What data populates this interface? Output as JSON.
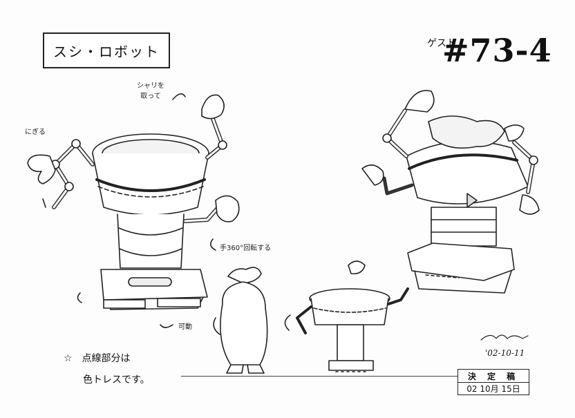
{
  "sheet": {
    "title": "スシ・ロボット",
    "guest_label": "ゲスト",
    "episode_number": "#73-4",
    "annotations": {
      "rice": "シャリを\n取って",
      "grip": "にぎる",
      "rotate": "手360°回転する",
      "movable": "可動"
    },
    "notes": {
      "line1": "☆　点線部分は",
      "line2": "色トレスです。"
    },
    "signature_date": "'02-10-11",
    "stamp": {
      "title": "決 定 稿",
      "date": "02 10月 15日"
    }
  }
}
